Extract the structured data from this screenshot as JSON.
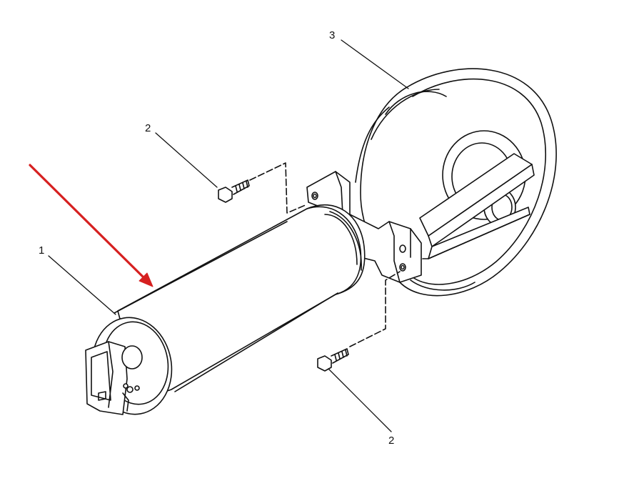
{
  "callouts": {
    "part_1": "1",
    "part_2_upper": "2",
    "part_2_lower": "2",
    "part_3": "3"
  },
  "colors": {
    "line": "#111111",
    "pointer_arrow": "#d62020",
    "background": "#ffffff"
  }
}
